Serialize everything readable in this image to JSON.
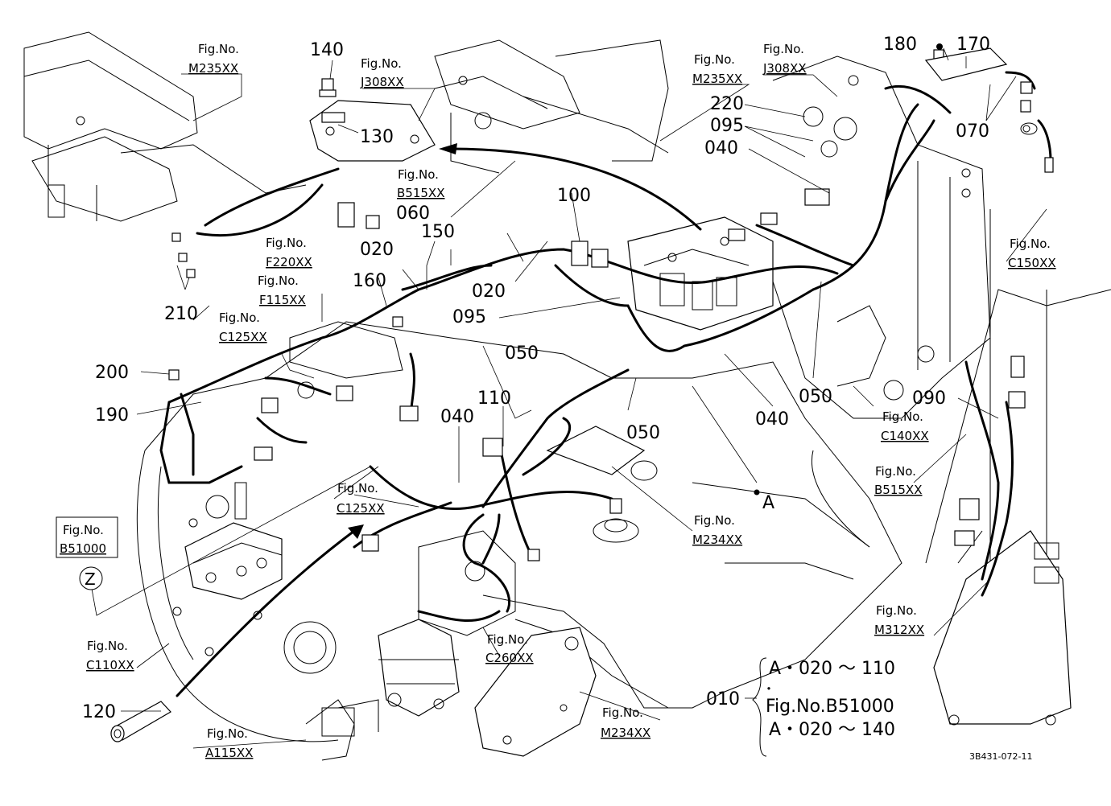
{
  "parts": [
    {
      "id": "p140",
      "text": "140"
    },
    {
      "id": "p130",
      "text": "130"
    },
    {
      "id": "p180",
      "text": "180"
    },
    {
      "id": "p170",
      "text": "170"
    },
    {
      "id": "p220",
      "text": "220"
    },
    {
      "id": "p095a",
      "text": "095"
    },
    {
      "id": "p040a",
      "text": "040"
    },
    {
      "id": "p070",
      "text": "070"
    },
    {
      "id": "p100",
      "text": "100"
    },
    {
      "id": "p060",
      "text": "060"
    },
    {
      "id": "p150",
      "text": "150"
    },
    {
      "id": "p020a",
      "text": "020"
    },
    {
      "id": "p020b",
      "text": "020"
    },
    {
      "id": "p160",
      "text": "160"
    },
    {
      "id": "p095b",
      "text": "095"
    },
    {
      "id": "p210",
      "text": "210"
    },
    {
      "id": "p200",
      "text": "200"
    },
    {
      "id": "p190",
      "text": "190"
    },
    {
      "id": "p050a",
      "text": "050"
    },
    {
      "id": "p110",
      "text": "110"
    },
    {
      "id": "p040b",
      "text": "040"
    },
    {
      "id": "p050b",
      "text": "050"
    },
    {
      "id": "p050c",
      "text": "050"
    },
    {
      "id": "p040c",
      "text": "040"
    },
    {
      "id": "p090",
      "text": "090"
    },
    {
      "id": "pA",
      "text": "A"
    },
    {
      "id": "pZ",
      "text": "Z"
    },
    {
      "id": "p120",
      "text": "120"
    },
    {
      "id": "p010",
      "text": "010"
    }
  ],
  "fig_refs": [
    {
      "id": "f1",
      "label": "Fig.No.",
      "number": "M235XX"
    },
    {
      "id": "f2",
      "label": "Fig.No.",
      "number": "J308XX"
    },
    {
      "id": "f3",
      "label": "Fig.No.",
      "number": "M235XX"
    },
    {
      "id": "f4",
      "label": "Fig.No.",
      "number": "J308XX"
    },
    {
      "id": "f5",
      "label": "Fig.No.",
      "number": "B515XX"
    },
    {
      "id": "f6",
      "label": "Fig.No.",
      "number": "F220XX"
    },
    {
      "id": "f7",
      "label": "Fig.No.",
      "number": "F115XX"
    },
    {
      "id": "f8",
      "label": "Fig.No.",
      "number": "C125XX"
    },
    {
      "id": "f9",
      "label": "Fig.No.",
      "number": "C150XX"
    },
    {
      "id": "f10",
      "label": "Fig.No.",
      "number": "C140XX"
    },
    {
      "id": "f11",
      "label": "Fig.No.",
      "number": "B515XX"
    },
    {
      "id": "f12",
      "label": "Fig.No.",
      "number": "C125XX"
    },
    {
      "id": "f13",
      "label": "Fig.No.",
      "number": "M234XX"
    },
    {
      "id": "f14",
      "label": "Fig.No.",
      "number": "B51000"
    },
    {
      "id": "f15",
      "label": "Fig.No.",
      "number": "C110XX"
    },
    {
      "id": "f16",
      "label": "Fig.No.",
      "number": "C260XX"
    },
    {
      "id": "f17",
      "label": "Fig.No.",
      "number": "M312XX"
    },
    {
      "id": "f18",
      "label": "Fig.No.",
      "number": "A115XX"
    },
    {
      "id": "f19",
      "label": "Fig.No.",
      "number": "M234XX"
    }
  ],
  "legend": {
    "line1": "A・020 ～ 110",
    "dot": "・",
    "line2": "Fig.No.B51000",
    "line3": "A・020 ～ 140"
  },
  "drawing_code": "3B431-072-11"
}
